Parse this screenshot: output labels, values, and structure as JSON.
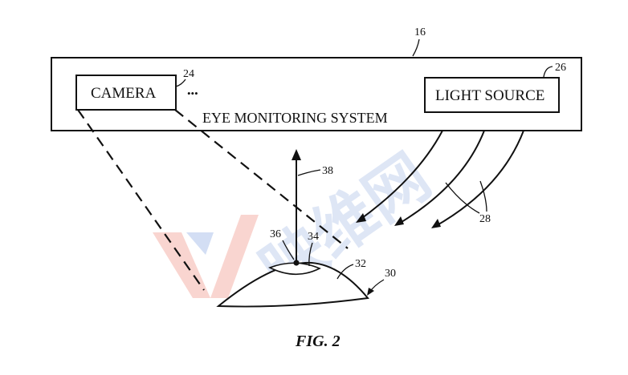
{
  "diagram": {
    "system_label": "EYE MONITORING SYSTEM",
    "camera_label": "CAMERA",
    "light_source_label": "LIGHT SOURCE",
    "ellipsis": "•••",
    "figure_caption": "FIG. 2",
    "refs": {
      "system": "16",
      "camera": "24",
      "light_source": "26",
      "light_rays": "28",
      "eye": "30",
      "cornea": "32",
      "pupil": "34",
      "pupil_center": "36",
      "gaze_vector": "38"
    }
  },
  "watermark": {
    "text": "映维网",
    "logo_color": "#e8452c",
    "logo_accent_color": "#3a6fd0",
    "text_color": "#6b8fd6"
  }
}
